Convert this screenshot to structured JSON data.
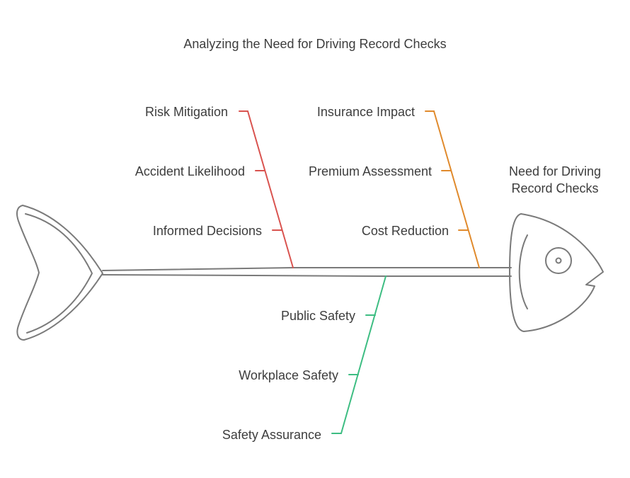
{
  "title": "Analyzing the Need for Driving Record Checks",
  "effect": {
    "line1": "Need for Driving",
    "line2": "Record Checks"
  },
  "colors": {
    "red": "#d9534f",
    "orange": "#e08a2c",
    "green": "#3dbd82",
    "outline": "#7a7a7a",
    "text": "#3d3d3d"
  },
  "categories": [
    {
      "key": "risk",
      "color": "red",
      "causes": [
        "Risk Mitigation",
        "Accident Likelihood",
        "Informed Decisions"
      ]
    },
    {
      "key": "insurance",
      "color": "orange",
      "causes": [
        "Insurance Impact",
        "Premium Assessment",
        "Cost Reduction"
      ]
    },
    {
      "key": "safety",
      "color": "green",
      "causes": [
        "Public Safety",
        "Workplace Safety",
        "Safety Assurance"
      ]
    }
  ]
}
